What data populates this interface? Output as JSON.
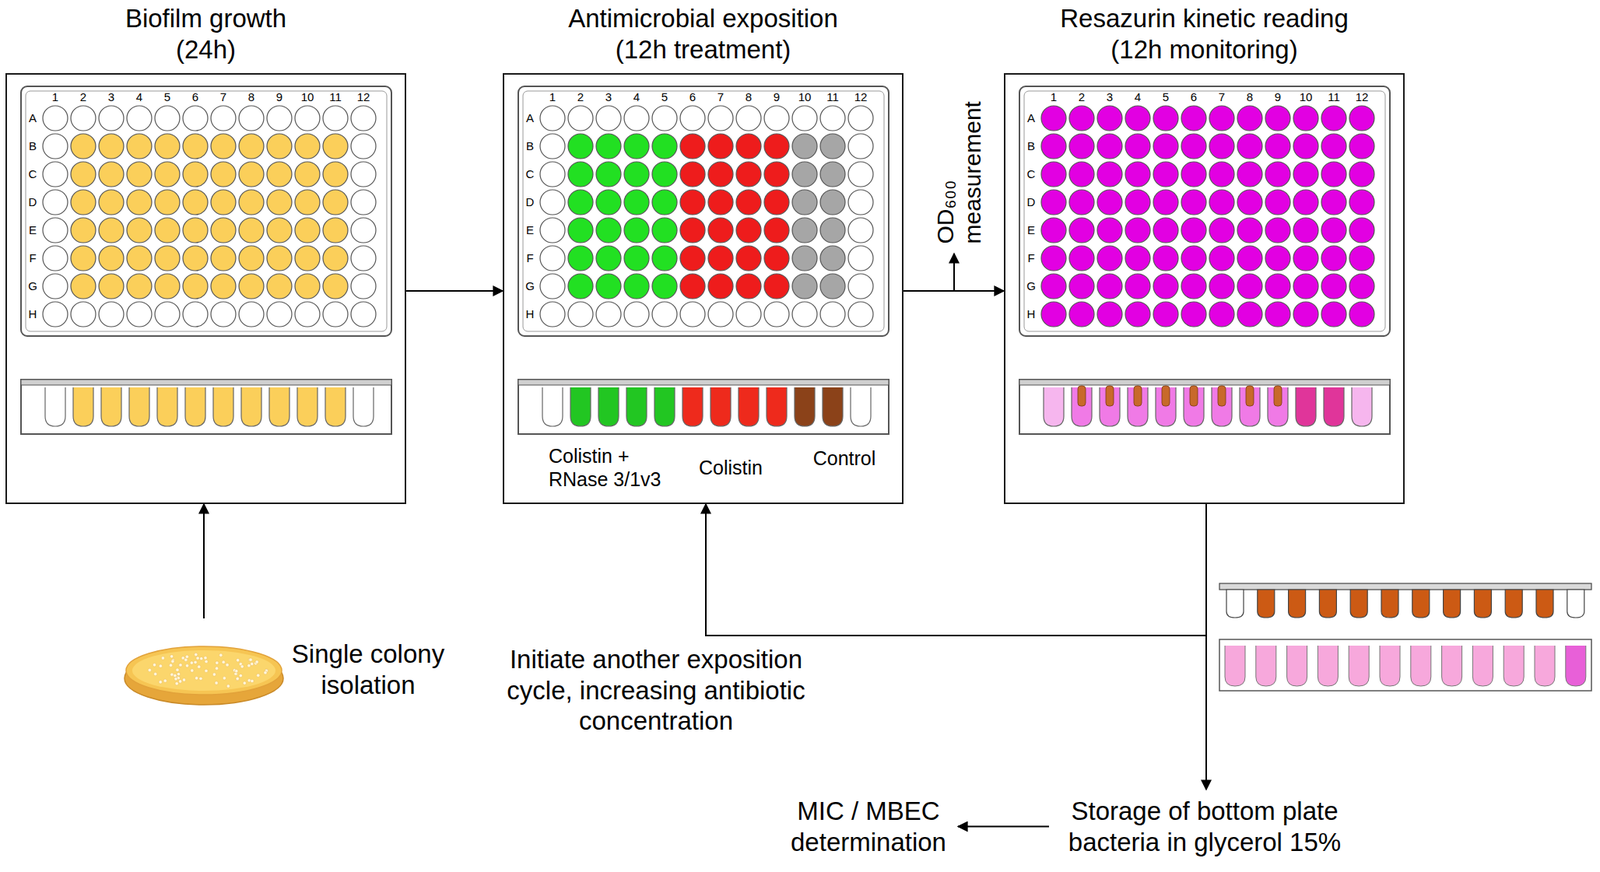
{
  "diagram": {
    "nodes": [
      {
        "text": [
          "Biofilm growth (24h)"
        ]
      },
      {
        "text": [
          "Antimicrobial exposition (12h treatment)"
        ]
      },
      {
        "text": [
          "Resazurin kinetic reading (12h monitoring)"
        ]
      },
      {
        "text": [
          "Single colony isolation"
        ]
      },
      {
        "text": [
          "MIC / MBEC determination"
        ]
      },
      {
        "text": [
          "Storage of bottom plate bacteria in glycerol 15%"
        ]
      }
    ],
    "edges": [
      {
        "from": 0,
        "to": 1,
        "arrow": "to"
      },
      {
        "from": 1,
        "to": 2,
        "arrow": "to"
      },
      {
        "from": 2,
        "to": 1,
        "arrow": "to",
        "label": "Initiate another exposition cycle, increasing antibiotic concentration"
      },
      {
        "from": 3,
        "to": 0,
        "arrow": "to"
      },
      {
        "from": 2,
        "to": 5,
        "arrow": "to"
      },
      {
        "from": 5,
        "to": 4,
        "arrow": "to"
      }
    ],
    "labels": [
      "1",
      "2",
      "3",
      "4",
      "5",
      "6",
      "7",
      "8",
      "9",
      "10",
      "11",
      "12",
      "A",
      "B",
      "C",
      "D",
      "E",
      "F",
      "G",
      "H",
      "1",
      "2",
      "3",
      "4",
      "5",
      "6",
      "7",
      "8",
      "9",
      "10",
      "11",
      "12",
      "A",
      "B",
      "C",
      "D",
      "E",
      "F",
      "G",
      "H",
      "Colistin + RNase 3/1v3",
      "Colistin",
      "Control",
      "OD₆₀₀ measurement",
      "1",
      "2",
      "3",
      "4",
      "5",
      "6",
      "7",
      "8",
      "9",
      "10",
      "11",
      "12",
      "A",
      "B",
      "C",
      "D",
      "E",
      "F",
      "G",
      "H"
    ]
  }
}
